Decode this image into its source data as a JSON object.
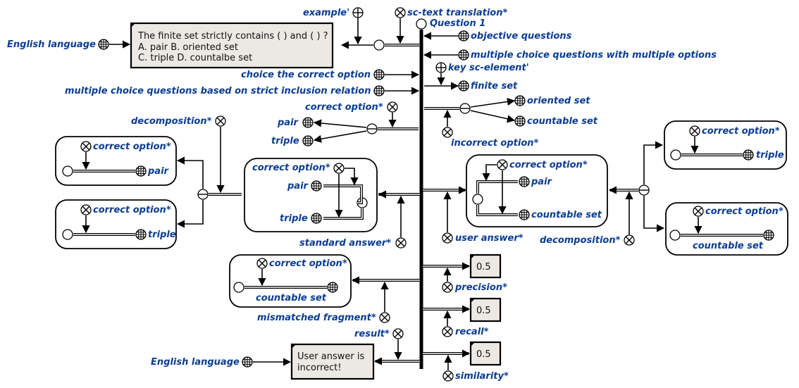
{
  "labels": {
    "english_language_1": "English language",
    "english_language_2": "English language",
    "example": "example'",
    "sc_text_translation": "sc-text translation*",
    "question_1": "Question 1",
    "objective_questions": "objective questions",
    "multiple_choice_multiple_options": "multiple choice questions with multiple options",
    "key_sc_element": "key sc-element'",
    "choice_correct_option": "choice the correct option",
    "finite_set": "finite set",
    "mc_strict_inclusion": "multiple choice questions based on strict inclusion relation",
    "correct_option_main": "correct option*",
    "oriented_set_top": "oriented set",
    "countable_set_top": "countable set",
    "incorrect_option": "incorrect option*",
    "pair_left": "pair",
    "triple_left": "triple",
    "decomposition_left": "decomposition*",
    "decomposition_right": "decomposition*",
    "standard_answer": "standard answer*",
    "user_answer": "user answer*",
    "mismatched_fragment": "mismatched fragment*",
    "result": "result*",
    "precision": "precision*",
    "recall": "recall*",
    "similarity": "similarity*"
  },
  "question_text": {
    "line1": "The finite set strictly contains ( ) and ( ) ?",
    "line2": "A. pair     B. oriented set",
    "line3": "C. triple   D. countalbe set"
  },
  "result_text": {
    "line1": "User answer is",
    "line2": "incorrect!"
  },
  "boxes": {
    "decomp_pair": {
      "relation": "correct option*",
      "target": "pair"
    },
    "decomp_triple": {
      "relation": "correct option*",
      "target": "triple"
    },
    "standard": {
      "relation": "correct option*",
      "pair": "pair",
      "triple": "triple"
    },
    "user": {
      "relation": "correct option*",
      "pair": "pair",
      "countable": "countable set"
    },
    "user_decomp_triple": {
      "relation": "correct option*",
      "target": "triple"
    },
    "user_decomp_countable": {
      "relation": "correct option*",
      "target": "countable set"
    },
    "mismatch": {
      "relation": "correct option*",
      "target": "countable set"
    }
  },
  "metrics": {
    "precision": "0.5",
    "recall": "0.5",
    "similarity": "0.5"
  }
}
